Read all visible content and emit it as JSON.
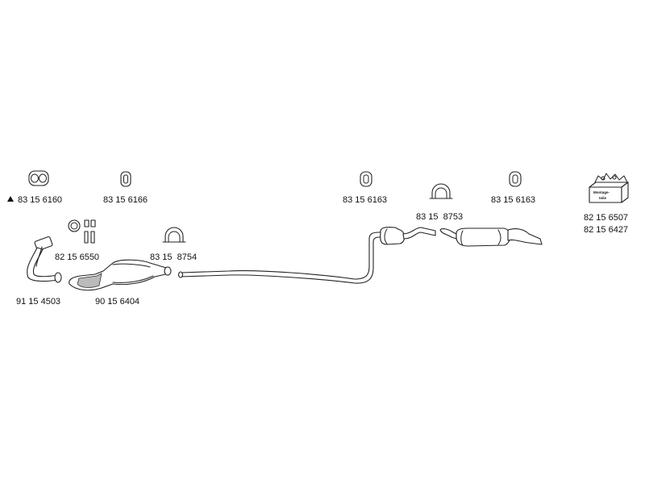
{
  "part_numbers": {
    "clamp_front": "83 15 6160",
    "hanger_1": "83 15 6166",
    "mount_kit": "82 15 6550",
    "front_pipe": "91 15 4503",
    "catalyst": "90 15 6404",
    "clamp_center": "83 15  8754",
    "hanger_2": "83 15 6163",
    "clamp_rear": "83 15  8753",
    "hanger_3": "83 15 6163",
    "kit_1": "82 15 6507",
    "kit_2": "82 15 6427"
  },
  "kit_box_text": [
    "Montage-",
    "teile"
  ],
  "marker_symbol": "▲",
  "colors": {
    "line": "#222222",
    "fill": "#ffffff",
    "shade": "#bbbbbb"
  }
}
